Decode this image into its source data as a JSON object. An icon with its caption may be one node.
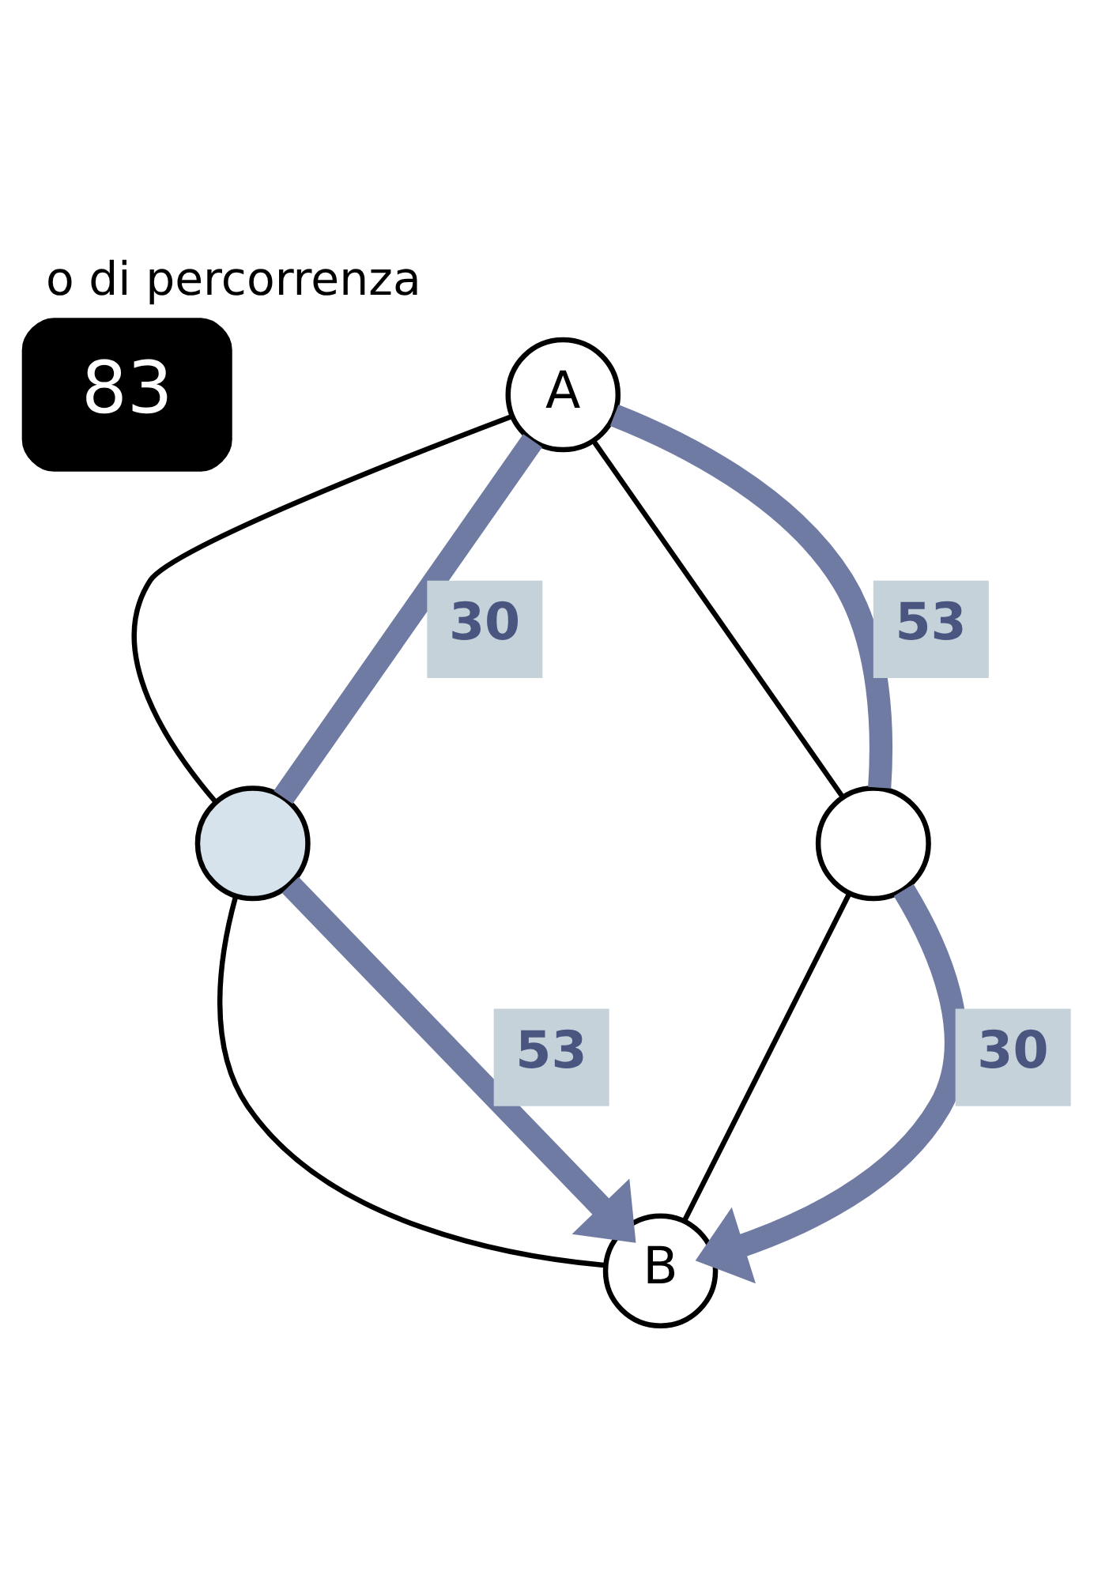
{
  "diagram": {
    "title": "o di percorrenza",
    "nodes": [
      {
        "text": [
          "83"
        ]
      },
      {
        "text": [
          "A"
        ]
      },
      {
        "text": [],
        "shape": "circle"
      },
      {
        "text": [],
        "shape": "circle"
      },
      {
        "text": [
          "B"
        ]
      }
    ],
    "edges": [
      {
        "from": 1,
        "to": 2,
        "arrow": "none"
      },
      {
        "from": 1,
        "to": 3,
        "arrow": "none"
      },
      {
        "from": 2,
        "to": 4,
        "arrow": "none"
      },
      {
        "from": 3,
        "to": 4,
        "arrow": "none"
      },
      {
        "from": 1,
        "to": 2,
        "arrow": "none",
        "style": "thick",
        "color": "#6f7ba3",
        "label": "30"
      },
      {
        "from": 2,
        "to": 4,
        "arrow": "to",
        "style": "thick",
        "color": "#6f7ba3",
        "label": "53"
      },
      {
        "from": 1,
        "to": 3,
        "arrow": "none",
        "style": "thick",
        "color": "#6f7ba3",
        "label": "53"
      },
      {
        "from": 3,
        "to": 4,
        "arrow": "to",
        "style": "thick",
        "color": "#6f7ba3",
        "label": "30"
      }
    ]
  }
}
